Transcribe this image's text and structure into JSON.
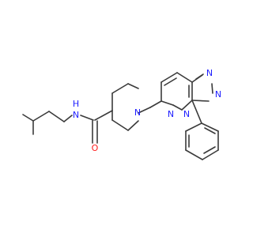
{
  "molecule": {
    "atoms": {
      "amide_n": "N",
      "amide_h": "H",
      "carbonyl_o": "O",
      "piperidine_n": "N",
      "pyridazine_n1": "N",
      "pyridazine_n2": "N",
      "triazole_n1": "N",
      "triazole_n2": "N"
    },
    "colors": {
      "bond": "#3a3a3a",
      "nitrogen": "#1f1fff",
      "oxygen": "#ff1a1a"
    }
  }
}
